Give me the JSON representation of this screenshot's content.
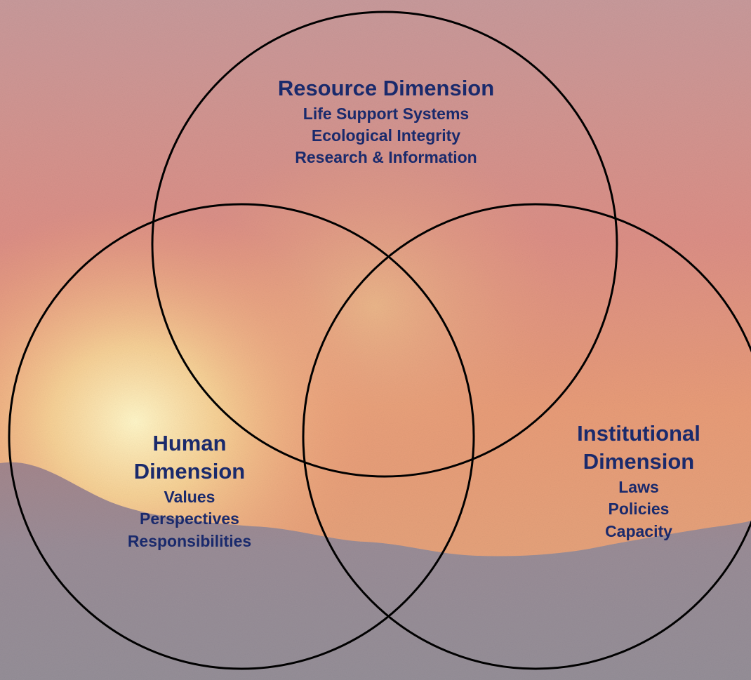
{
  "diagram": {
    "type": "venn",
    "circles": [
      {
        "id": "resource",
        "title": "Resource Dimension",
        "items": [
          "Life Support Systems",
          "Ecological Integrity",
          "Research & Information"
        ]
      },
      {
        "id": "human",
        "title_lines": [
          "Human",
          "Dimension"
        ],
        "items": [
          "Values",
          "Perspectives",
          "Responsibilities"
        ]
      },
      {
        "id": "institutional",
        "title_lines": [
          "Institutional",
          "Dimension"
        ],
        "items": [
          "Laws",
          "Policies",
          "Capacity"
        ]
      }
    ]
  },
  "colors": {
    "text": "#1a2a6c",
    "circle_stroke": "#000000",
    "sky_top": "#d58c8a",
    "sky_glow": "#fbe3a0",
    "mountains": "#9a8c96"
  }
}
